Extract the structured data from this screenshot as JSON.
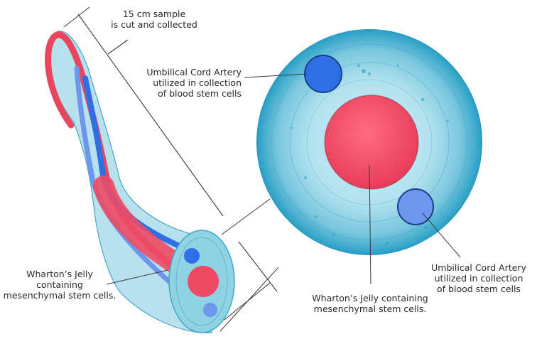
{
  "labels": {
    "sample": "15 cm sample\nis cut and collected",
    "artery_top": "Umbilical Cord Artery\nutilized in collection\nof blood stem cells",
    "artery_right": "Umbilical Cord Artery\nutilized in collection\nof blood stem cells",
    "jelly_center": "Wharton’s Jelly containing\nmesenchymal stem cells.",
    "jelly_left": "Wharton’s Jelly\ncontaining\nmesenchymal stem cells."
  },
  "colors": {
    "jelly": "#4fb3cf",
    "jelly_light": "#9fdaea",
    "vein": "#ee4a64",
    "artery": "#2f6fe6",
    "artery_light": "#6d96ec",
    "line": "#3a3a3a"
  }
}
